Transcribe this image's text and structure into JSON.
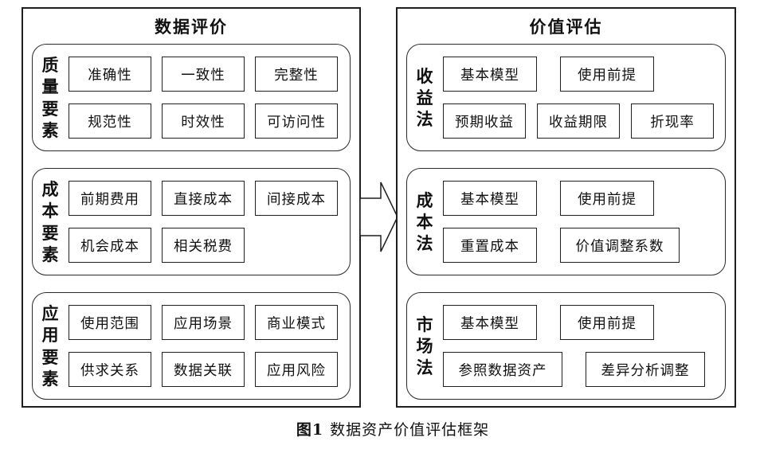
{
  "figure": {
    "caption": {
      "label": "图1",
      "text": "数据资产价值评估框架"
    },
    "panels": [
      {
        "title": "数据评价",
        "groups": [
          {
            "label": "质量要素",
            "rows": [
              [
                "准确性",
                "一致性",
                "完整性"
              ],
              [
                "规范性",
                "时效性",
                "可访问性"
              ]
            ]
          },
          {
            "label": "成本要素",
            "rows": [
              [
                "前期费用",
                "直接成本",
                "间接成本"
              ],
              [
                "机会成本",
                "相关税费"
              ]
            ]
          },
          {
            "label": "应用要素",
            "rows": [
              [
                "使用范围",
                "应用场景",
                "商业模式"
              ],
              [
                "供求关系",
                "数据关联",
                "应用风险"
              ]
            ]
          }
        ]
      },
      {
        "title": "价值评估",
        "groups": [
          {
            "label": "收益法",
            "rows": [
              [
                "基本模型",
                "使用前提"
              ],
              [
                "预期收益",
                "收益期限",
                "折现率"
              ]
            ]
          },
          {
            "label": "成本法",
            "rows": [
              [
                "基本模型",
                "使用前提"
              ],
              [
                "重置成本",
                "价值调整系数"
              ]
            ]
          },
          {
            "label": "市场法",
            "rows": [
              [
                "基本模型",
                "使用前提"
              ],
              [
                "参照数据资产",
                "差异分析调整"
              ]
            ]
          }
        ]
      }
    ]
  },
  "colors": {
    "line": "#1f1f1f",
    "background": "#ffffff",
    "text": "#111111"
  }
}
